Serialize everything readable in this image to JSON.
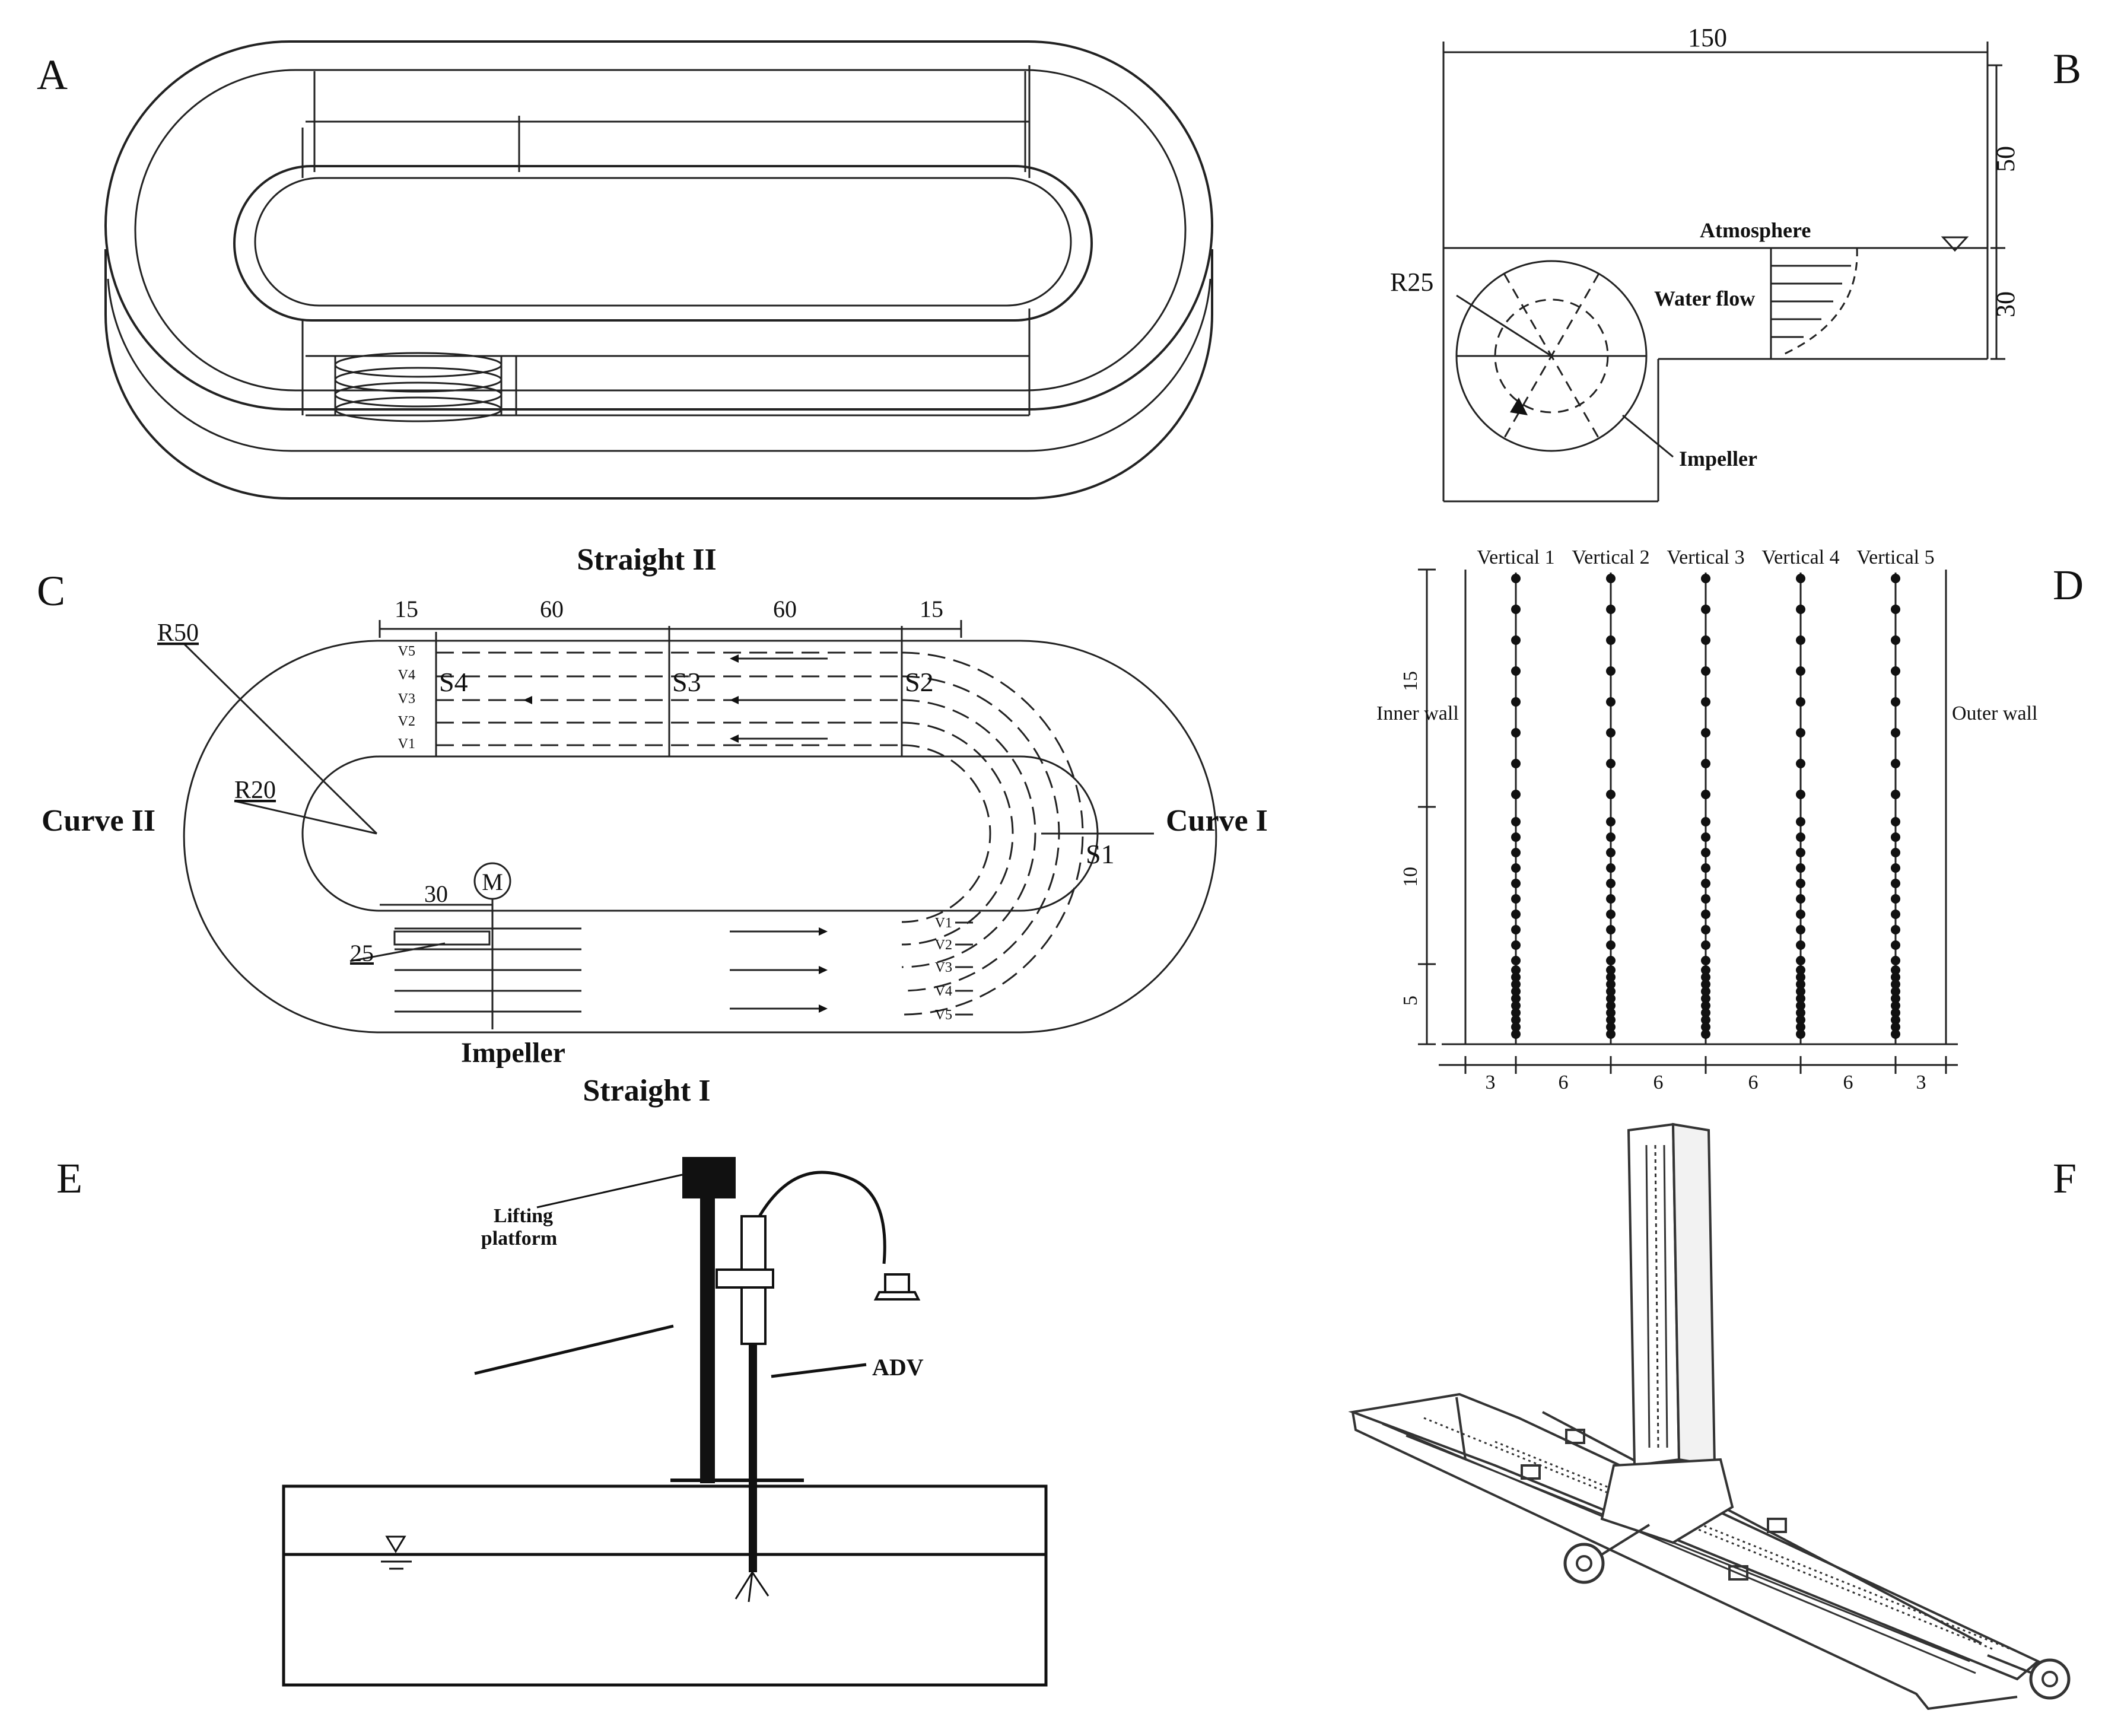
{
  "panels": {
    "a": "A",
    "b": "B",
    "c": "C",
    "d": "D",
    "e": "E",
    "f": "F"
  },
  "panel_b": {
    "width": "150",
    "height_air": "50",
    "height_water": "30",
    "radius": "R25",
    "atmosphere": "Atmosphere",
    "water_flow": "Water flow",
    "impeller": "Impeller"
  },
  "panel_c": {
    "straight_2": "Straight II",
    "straight_1": "Straight I",
    "curve_1": "Curve I",
    "curve_2": "Curve II",
    "r_outer": "R50",
    "r_inner": "R20",
    "dim_top": [
      "15",
      "60",
      "60",
      "15"
    ],
    "dim_30": "30",
    "dim_25": "25",
    "motor": "M",
    "impeller": "Impeller",
    "sections": [
      "S4",
      "S3",
      "S2",
      "S1"
    ],
    "verticals": [
      "V5",
      "V4",
      "V3",
      "V2",
      "V1"
    ],
    "verticals_right": [
      "V1",
      "V2",
      "V3",
      "V4",
      "V5"
    ]
  },
  "panel_d": {
    "verticals": [
      "Vertical 1",
      "Vertical 2",
      "Vertical 3",
      "Vertical 4",
      "Vertical 5"
    ],
    "inner_wall": "Inner wall",
    "outer_wall": "Outer wall",
    "heights": [
      "15",
      "10",
      "5"
    ],
    "widths": [
      "3",
      "6",
      "6",
      "6",
      "6",
      "3"
    ]
  },
  "panel_e": {
    "lifting_platform_1": "Lifting",
    "lifting_platform_2": "platform",
    "adv": "ADV"
  },
  "colors": {
    "ink": "#111111",
    "background": "#ffffff"
  }
}
